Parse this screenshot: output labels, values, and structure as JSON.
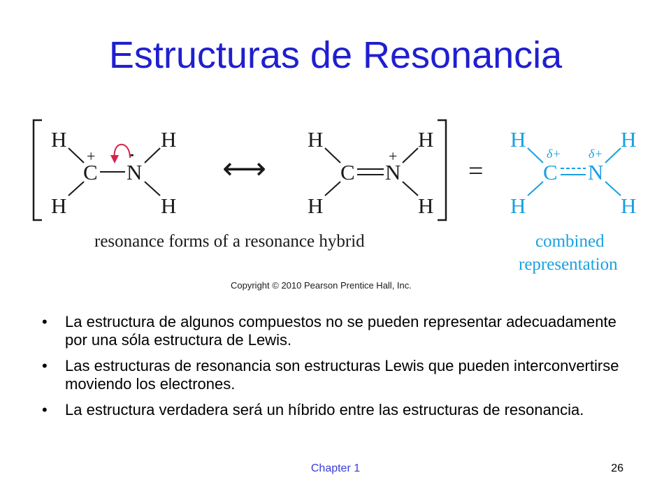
{
  "slide": {
    "title": "Estructuras de Resonancia",
    "footer_chapter": "Chapter 1",
    "page_number": "26"
  },
  "figure": {
    "atoms": {
      "H": "H",
      "C": "C",
      "N": "N",
      "plus": "+",
      "lone_pair": "••",
      "delta_plus": "δ+",
      "equals": "=",
      "double_arrow": "⟷"
    },
    "caption_left": "resonance forms of a resonance hybrid",
    "caption_right_line1": "combined",
    "caption_right_line2": "representation",
    "copyright": "Copyright © 2010 Pearson Prentice Hall, Inc.",
    "colors": {
      "structure": "#1a1a1a",
      "hybrid": "#1aa0e0",
      "arrow": "#d6234a"
    }
  },
  "bullets": [
    "La estructura de algunos compuestos no se pueden representar adecuadamente por una sóla estructura de Lewis.",
    "Las estructuras de resonancia son estructuras Lewis que pueden interconvertirse moviendo los electrones.",
    "La estructura verdadera será un híbrido entre las estructuras de resonancia."
  ]
}
